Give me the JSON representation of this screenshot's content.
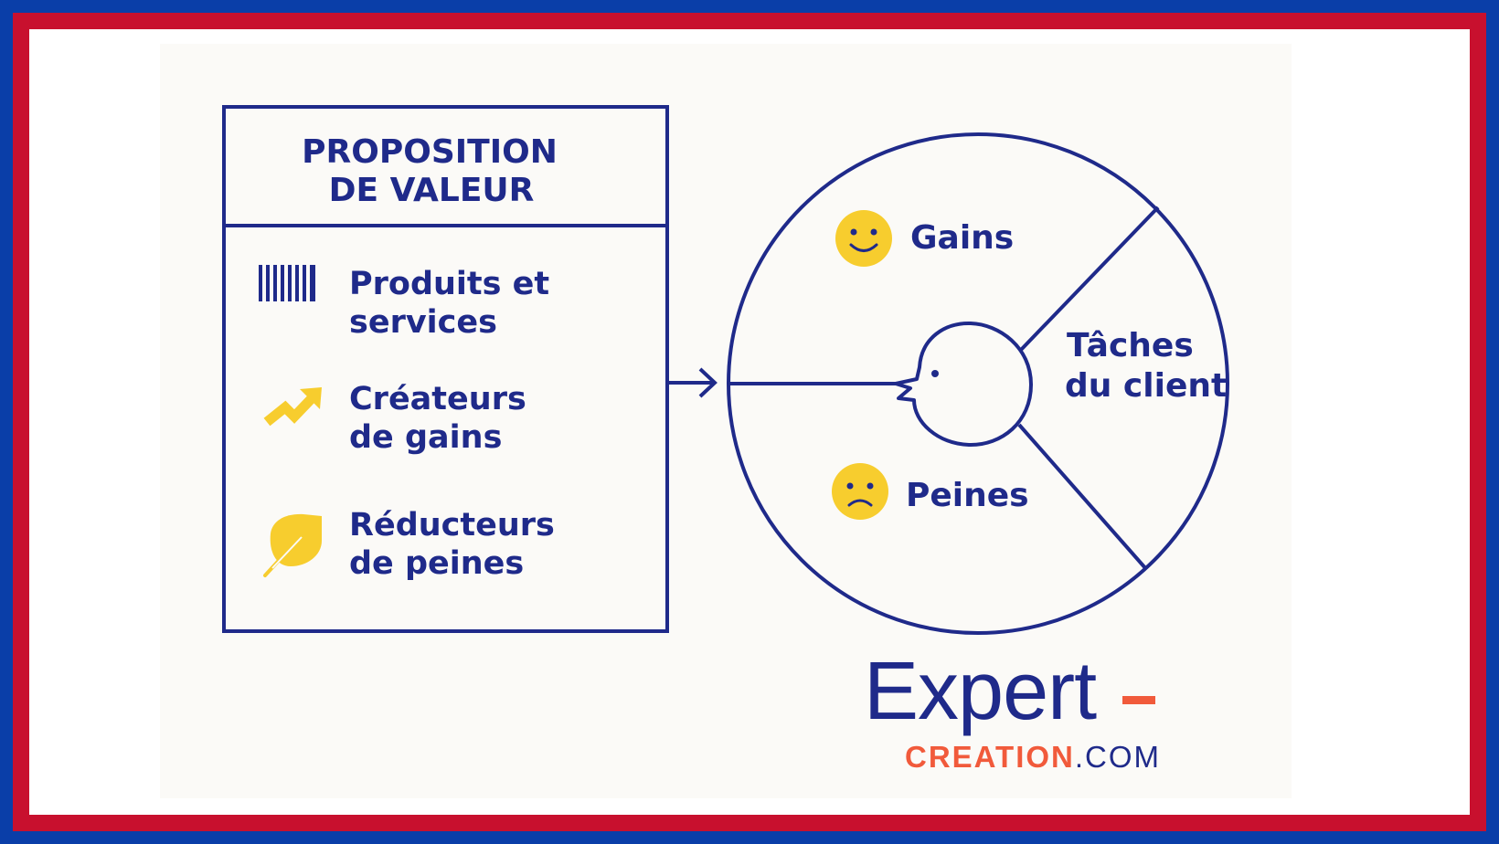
{
  "value_proposition": {
    "title_line1": "PROPOSITION",
    "title_line2": "DE VALEUR",
    "items": [
      {
        "icon": "barcode-icon",
        "line1": "Produits et",
        "line2": "services"
      },
      {
        "icon": "trending-arrow-icon",
        "line1": "Créateurs",
        "line2": "de gains"
      },
      {
        "icon": "leaf-icon",
        "line1": "Réducteurs",
        "line2": "de peines"
      }
    ]
  },
  "customer_profile": {
    "segments": {
      "gains": {
        "label": "Gains",
        "icon": "smiley-happy-icon"
      },
      "tasks": {
        "line1": "Tâches",
        "line2": "du client"
      },
      "pains": {
        "label": "Peines",
        "icon": "smiley-sad-icon"
      }
    }
  },
  "logo": {
    "brand": "Expert",
    "sub_accent": "CREATION",
    "sub_rest": ".COM"
  },
  "colors": {
    "navy": "#1f2a8a",
    "accent_yellow": "#f7cd2e",
    "logo_orange": "#f15a3b",
    "frame_blue": "#0a3ea8",
    "frame_red": "#c8102e"
  }
}
